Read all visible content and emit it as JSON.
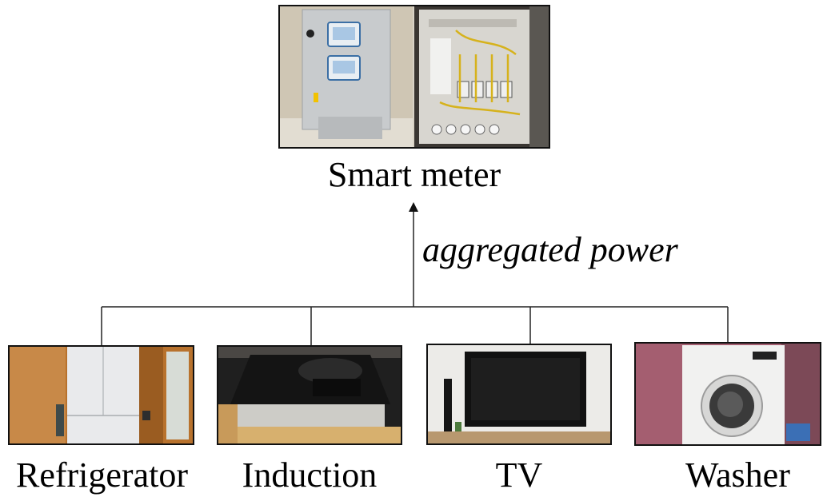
{
  "meter": {
    "label": "Smart meter"
  },
  "edge": {
    "label": "aggregated power"
  },
  "appliances": [
    {
      "id": "refrigerator",
      "label": "Refrigerator"
    },
    {
      "id": "induction",
      "label": "Induction"
    },
    {
      "id": "tv",
      "label": "TV"
    },
    {
      "id": "washer",
      "label": "Washer"
    }
  ]
}
